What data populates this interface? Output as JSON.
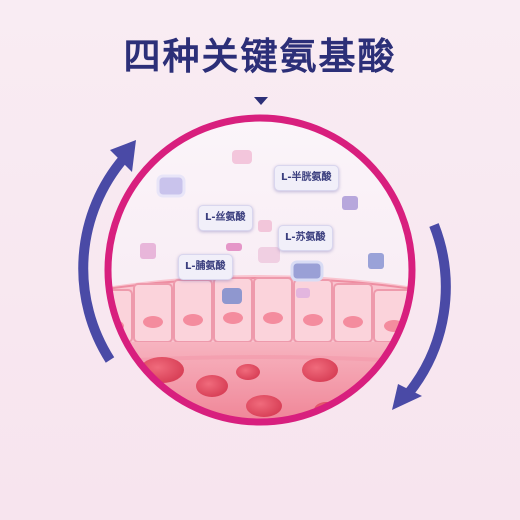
{
  "title": "四种关键氨基酸",
  "amino_acids": [
    "L-半胱氨酸",
    "L-丝氨酸",
    "L-苏氨酸",
    "L-脯氨酸"
  ],
  "colors": {
    "title": "#2c2f78",
    "ring": "#d81f7e",
    "arrows": "#4a4aa6",
    "tissue": "#f08fa4",
    "blood_cell": "#e35468"
  }
}
